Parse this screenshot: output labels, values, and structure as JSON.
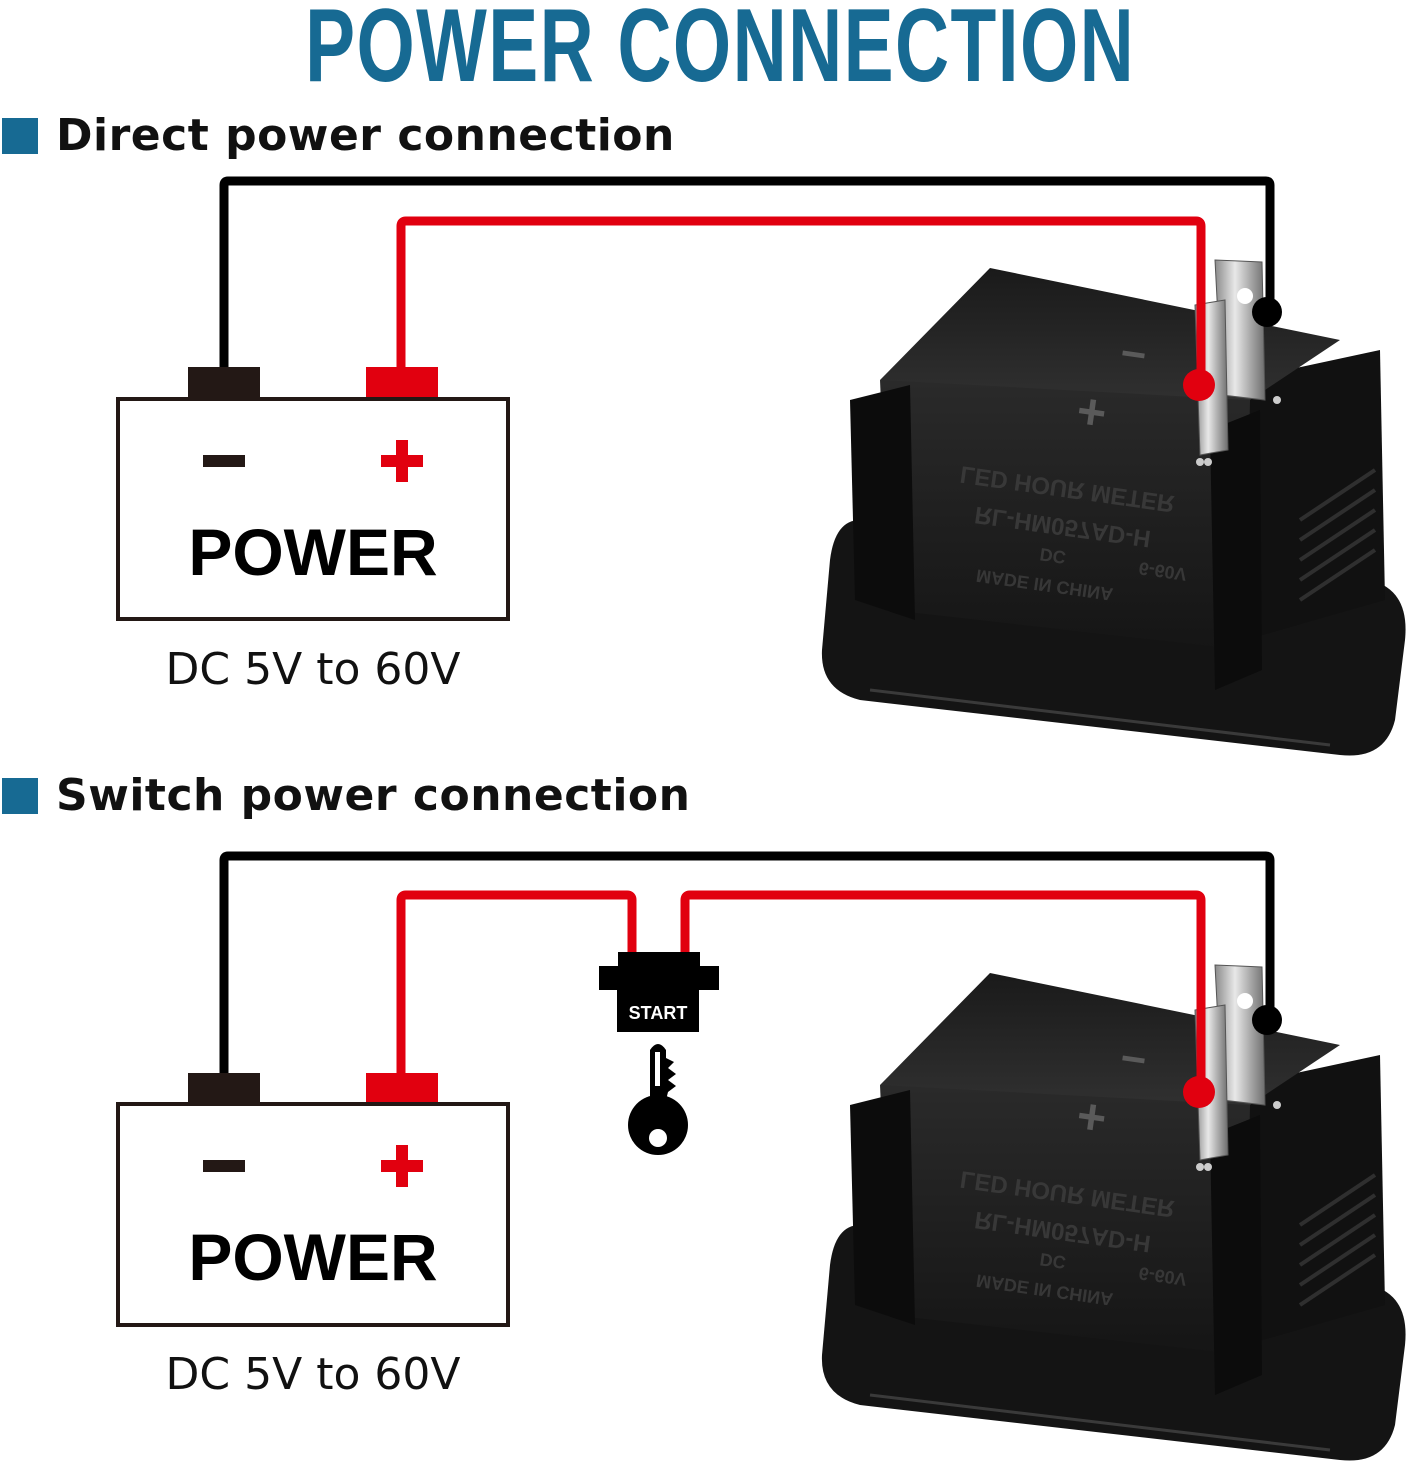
{
  "title": "POWER CONNECTION",
  "colors": {
    "accent_blue": "#176a93",
    "wire_red": "#e1000f",
    "wire_black": "#000000",
    "terminal_negative": "#231815"
  },
  "sections": [
    {
      "heading": "Direct power connection",
      "battery": {
        "negative_symbol": "−",
        "positive_symbol": "+",
        "label": "POWER",
        "voltage": "DC 5V to 60V"
      },
      "meter": {
        "terminal_negative": "−",
        "terminal_positive": "+",
        "embossed_lines": [
          "MADE IN CHINA",
          "DC",
          "6-60V",
          "RL-HM057AD-H",
          "LED HOUR METER"
        ]
      }
    },
    {
      "heading": "Switch power connection",
      "switch": {
        "label": "START",
        "icon": "key-icon"
      },
      "battery": {
        "negative_symbol": "−",
        "positive_symbol": "+",
        "label": "POWER",
        "voltage": "DC 5V to 60V"
      },
      "meter": {
        "terminal_negative": "−",
        "terminal_positive": "+",
        "embossed_lines": [
          "MADE IN CHINA",
          "DC",
          "6-60V",
          "RL-HM057AD-H",
          "LED HOUR METER"
        ]
      }
    }
  ]
}
